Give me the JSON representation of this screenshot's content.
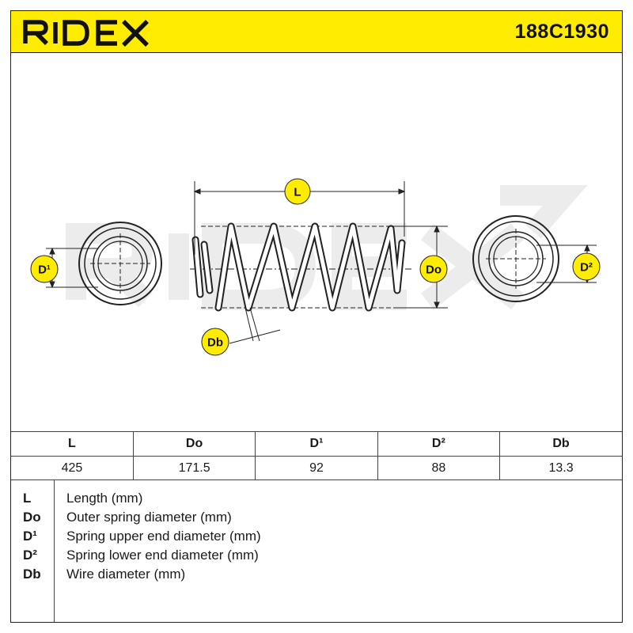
{
  "header": {
    "brand": "RIDEX",
    "part_number": "188C1930",
    "brand_color": "#ffec00"
  },
  "diagram": {
    "watermark": "RIDEX",
    "labels": {
      "length": "L",
      "outer_diameter": "Do",
      "upper_end_diameter": "D¹",
      "lower_end_diameter": "D²",
      "wire_diameter": "Db"
    }
  },
  "specs": {
    "headers": [
      "L",
      "Do",
      "D¹",
      "D²",
      "Db"
    ],
    "values": [
      "425",
      "171.5",
      "92",
      "88",
      "13.3"
    ]
  },
  "legend": [
    {
      "abbr": "L",
      "desc": "Length (mm)"
    },
    {
      "abbr": "Do",
      "desc": "Outer spring diameter (mm)"
    },
    {
      "abbr": "D¹",
      "desc": "Spring upper end diameter (mm)"
    },
    {
      "abbr": "D²",
      "desc": "Spring lower end diameter (mm)"
    },
    {
      "abbr": "Db",
      "desc": "Wire diameter (mm)"
    }
  ]
}
